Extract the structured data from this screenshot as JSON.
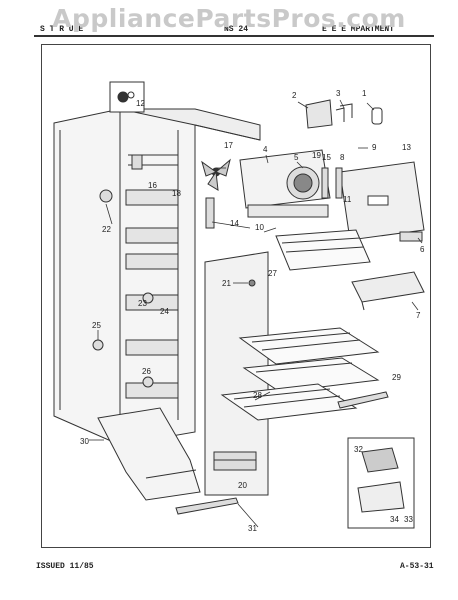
{
  "watermark": "AppliancePartsPros.com",
  "header": {
    "left": "S T R U  E",
    "middle": "NS 24",
    "right": "E E  E  MPARTMENT"
  },
  "footer": {
    "issued": "ISSUED 11/85",
    "code": "A-53-31"
  },
  "callouts": [
    "1",
    "2",
    "3",
    "4",
    "5",
    "6",
    "7",
    "8",
    "9",
    "10",
    "11",
    "12",
    "13",
    "14",
    "15",
    "16",
    "17",
    "18",
    "19",
    "20",
    "21",
    "22",
    "23",
    "24",
    "25",
    "26",
    "27",
    "28",
    "29",
    "30",
    "31",
    "32",
    "33",
    "34"
  ]
}
